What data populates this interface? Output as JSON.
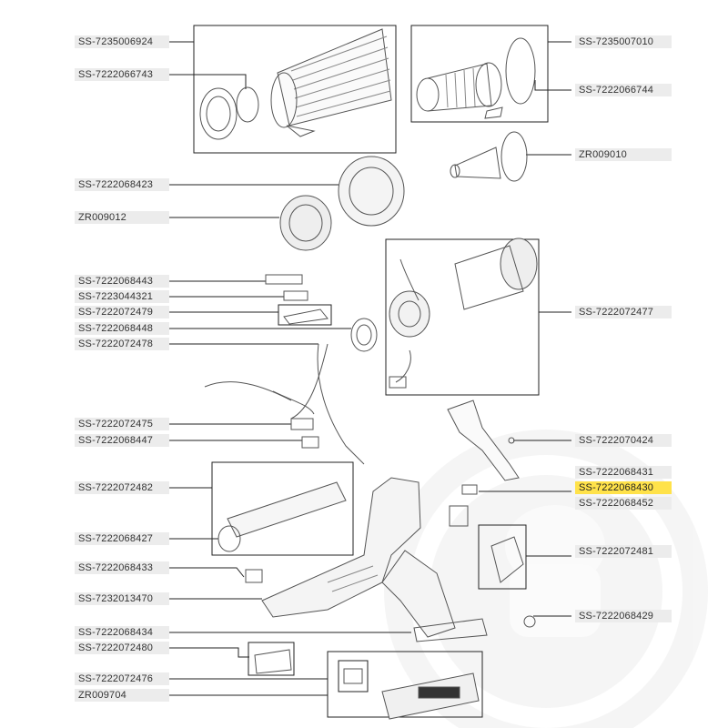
{
  "highlight_color": "#ffe24a",
  "watermark": "robot-chef-mascot-logo",
  "left_labels": [
    "SS-7235006924",
    "SS-7222066743",
    "SS-7222068423",
    "ZR009012",
    "SS-7222068443",
    "SS-7223044321",
    "SS-7222072479",
    "SS-7222068448",
    "SS-7222072478",
    "SS-7222072475",
    "SS-7222068447",
    "SS-7222072482",
    "SS-7222068427",
    "SS-7222068433",
    "SS-7232013470",
    "SS-7222068434",
    "SS-7222072480",
    "SS-7222072476",
    "ZR009704"
  ],
  "right_labels": [
    "SS-7235007010",
    "SS-7222066744",
    "ZR009010",
    "SS-7222072477",
    "SS-7222070424",
    "SS-7222068431",
    "SS-7222068430",
    "SS-7222068452",
    "SS-7222072481",
    "SS-7222068429"
  ],
  "highlighted_label": "SS-7222068430"
}
